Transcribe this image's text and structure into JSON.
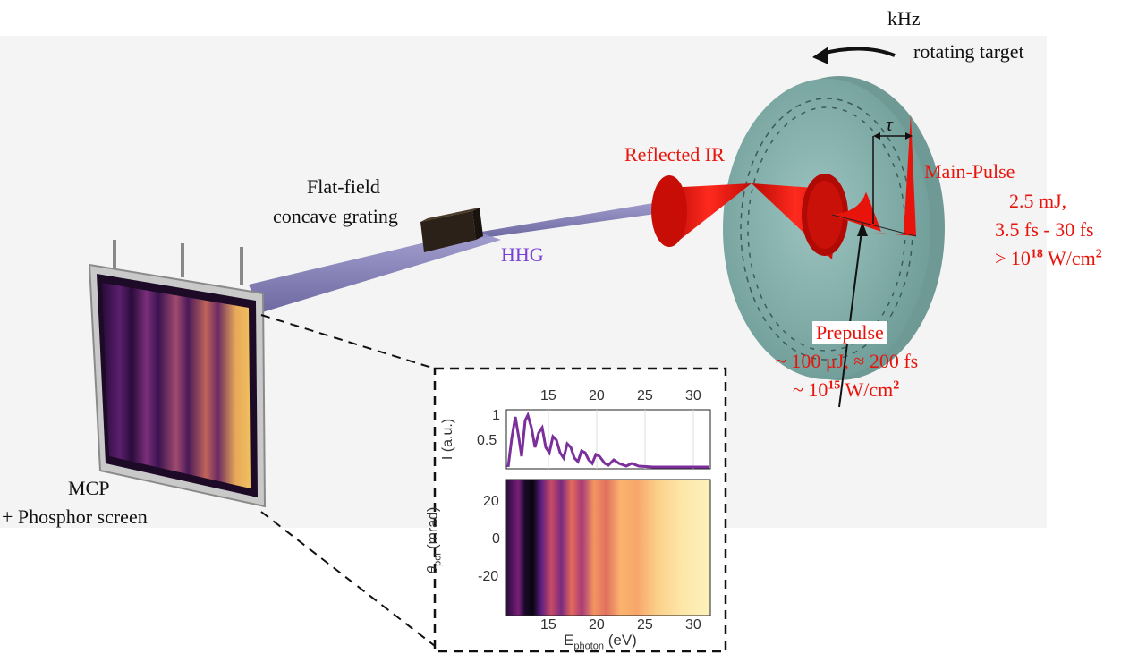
{
  "labels": {
    "khz": "kHz",
    "rotating_target": "rotating target",
    "reflected_ir": "Reflected IR",
    "tau": "τ",
    "main_pulse": "Main-Pulse",
    "energy_main": "2.5 mJ,",
    "duration_main": "3.5 fs - 30 fs",
    "intensity_main_prefix": "> 10",
    "intensity_main_exp": "18",
    "intensity_main_unit": " W/cm",
    "intensity_main_sq": "2",
    "prepulse": "Prepulse",
    "prepulse_params": "~ 100 μJ, ≈ 200 fs",
    "intensity_pre_prefix": "~ 10",
    "intensity_pre_exp": "15",
    "intensity_pre_unit": " W/cm",
    "intensity_pre_sq": "2",
    "grating_line1": "Flat-field",
    "grating_line2": "concave grating",
    "hhg": "HHG",
    "mcp_line1": "MCP",
    "mcp_line2": "+ Phosphor screen"
  },
  "inset": {
    "top_ticks": [
      "15",
      "20",
      "25",
      "30"
    ],
    "top_yticks": [
      "1",
      "0.5"
    ],
    "top_ylabel": "I (a.u.)",
    "bottom_yticks": [
      "20",
      "0",
      "-20"
    ],
    "bottom_ylabel_theta": "θ",
    "bottom_ylabel_sub": "pol",
    "bottom_ylabel_unit": " (mrad)",
    "bottom_xticks": [
      "15",
      "20",
      "25",
      "30"
    ],
    "xlabel_E": "E",
    "xlabel_sub": "photon",
    "xlabel_unit": " (eV)"
  },
  "colors": {
    "laser_red": "#e8140c",
    "hhg_purple": "#7b3fd6",
    "target_teal": "#8fb8b4",
    "beam": "#7f7ab8"
  }
}
